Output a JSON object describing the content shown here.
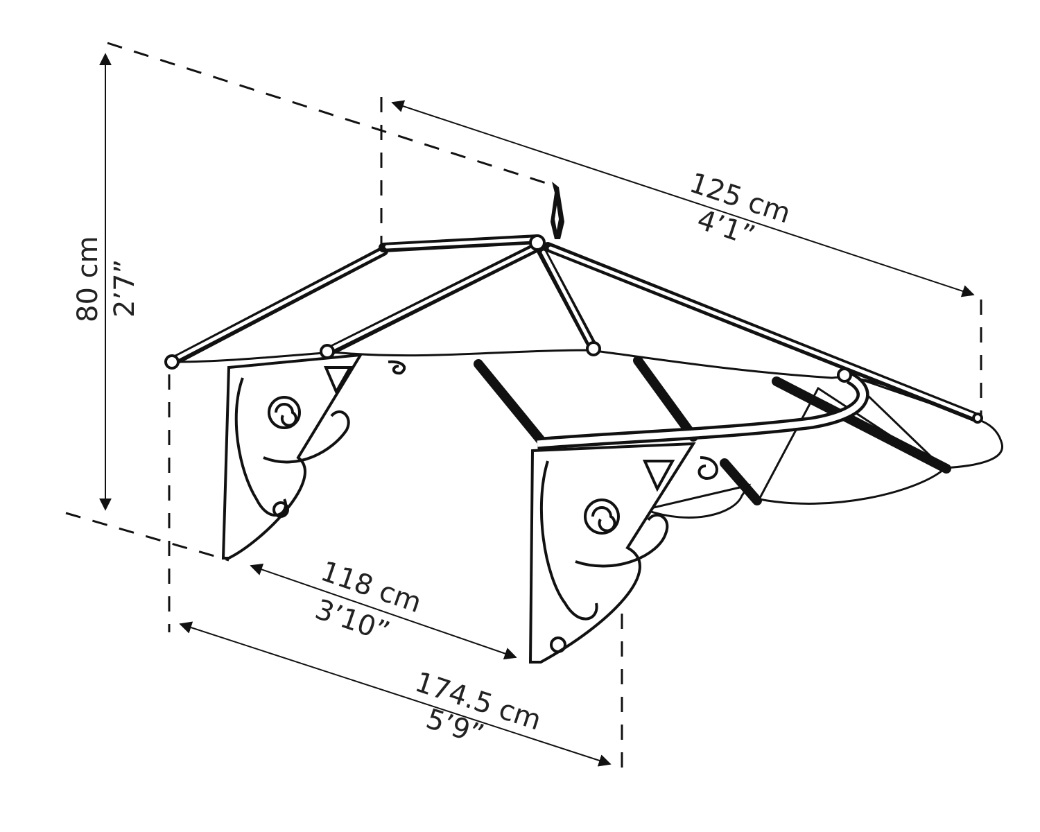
{
  "diagram": {
    "subject": "door canopy with ornamental brackets",
    "line_color": "#111111",
    "background": "#ffffff",
    "dimensions": {
      "height": {
        "metric": "80 cm",
        "imperial": "2’7”"
      },
      "depth": {
        "metric": "125 cm",
        "imperial": "4’1”"
      },
      "bracket_spacing": {
        "metric": "118 cm",
        "imperial": "3’10”"
      },
      "width": {
        "metric": "174.5 cm",
        "imperial": "5’9”"
      }
    }
  }
}
